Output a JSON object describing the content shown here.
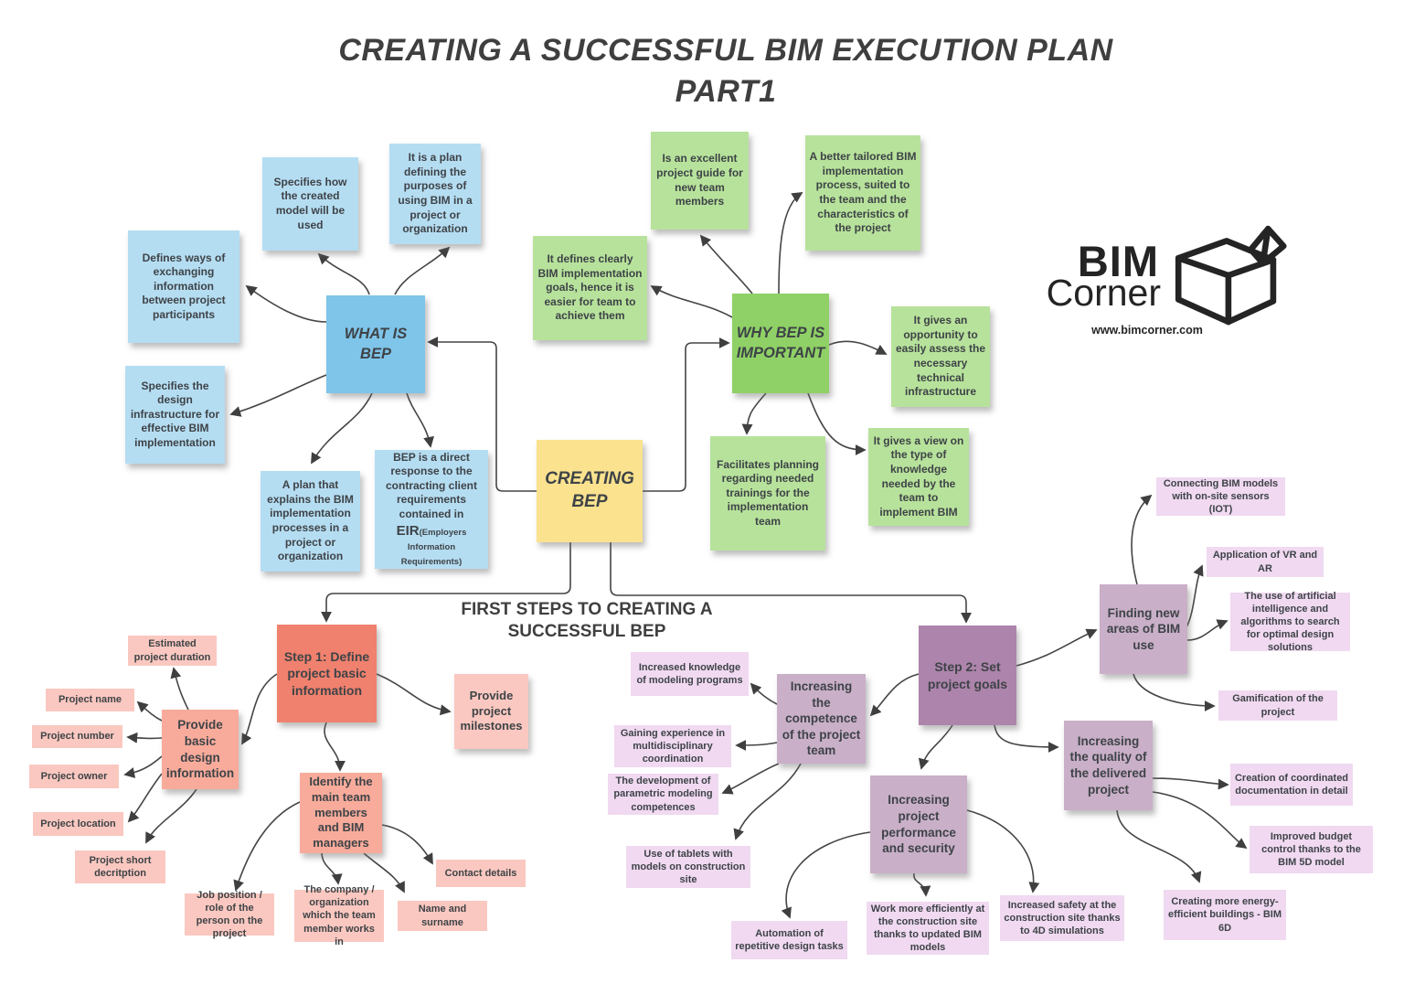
{
  "title": "CREATING A SUCCESSFUL BIM EXECUTION PLAN PART1",
  "heading": "FIRST STEPS TO CREATING A SUCCESSFUL BEP",
  "logo": {
    "bim": "BIM",
    "corner": "Corner",
    "url": "www.bimcorner.com"
  },
  "colors": {
    "blue_hub": "#7FC4E9",
    "blue_note": "#B5DDF2",
    "green_hub": "#8FD166",
    "green_note": "#B7E29B",
    "yellow_hub": "#FAE28F",
    "salmon_hub": "#F0816E",
    "salmon_mid": "#F8AB9B",
    "pink_note": "#FAC8C0",
    "purple_hub": "#AD84AB",
    "purple_mid": "#C9AFC8",
    "purple_note": "#F0D9F1",
    "arrow": "#454545",
    "text": "#3E4347",
    "title": "#3F3F3F"
  },
  "nodes": {
    "what_is_bep": "WHAT IS BEP",
    "why_bep": "WHY BEP IS IMPORTANT",
    "creating_bep": "CREATING BEP",
    "spec_model_use": "Specifies how the created model will be used",
    "plan_purposes": "It is a plan defining the purposes of using BIM in a project or organization",
    "defines_ways": "Defines ways of exchanging information between project participants",
    "spec_design_infra": "Specifies the design infrastructure for effective BIM implementation",
    "plan_explains": "A plan that explains the BIM implementation processes in a project or organization",
    "bep_response": {
      "text": "BEP is a direct response to the contracting client requirements contained in ",
      "eir": "EIR",
      "suffix": "(Employers Information Requirements)"
    },
    "excellent_guide": "Is an excellent project guide for new team members",
    "better_tailored": "A better tailored BIM implementation process, suited to the team and the characteristics of the project",
    "defines_goals": "It defines clearly BIM implementation goals, hence it is easier for team to achieve them",
    "gives_opportunity": "It gives an opportunity to easily assess the necessary technical infrastructure",
    "facilitates_planning": "Facilitates planning regarding needed trainings for the implementation team",
    "gives_view": "It gives a view on the type of knowledge needed by the team to implement BIM",
    "step1": "Step 1: Define project basic information",
    "provide_milestones": "Provide project milestones",
    "provide_basic": "Provide basic design information",
    "est_duration": "Estimated project duration",
    "proj_name": "Project name",
    "proj_number": "Project number",
    "proj_owner": "Project owner",
    "proj_location": "Project location",
    "proj_short": "Project short decritption",
    "identify_team": "Identify the main team members and BIM managers",
    "job_position": "Job position / role of the person on the project",
    "company_org": "The company / organization which the team member works in",
    "name_surname": "Name and surname",
    "contact_details": "Contact details",
    "step2": "Step 2: Set project goals",
    "inc_competence": "Increasing the competence of the project team",
    "inc_knowledge": "Increased knowledge of modeling programs",
    "gaining_exp": "Gaining experience in multidisciplinary coordination",
    "dev_parametric": "The development of parametric modeling competences",
    "use_tablets": "Use of tablets with models on construction site",
    "inc_performance": "Increasing project performance and security",
    "automation": "Automation of repetitive design tasks",
    "work_efficiently": "Work more efficiently at the construction site thanks to updated BIM models",
    "inc_safety": "Increased safety at the construction site thanks to 4D simulations",
    "finding_areas": "Finding new areas of BIM use",
    "connecting_iot": "Connecting BIM models with on-site sensors (IOT)",
    "vr_ar": "Application of VR and AR",
    "ai_use": "The use of artificial intelligence and algorithms to search for optimal design solutions",
    "gamification": "Gamification of the project",
    "inc_quality": "Increasing the quality of the delivered project",
    "creation_docs": "Creation of coordinated documentation in detail",
    "improved_budget": "Improved budget control thanks to the BIM 5D model",
    "energy_buildings": "Creating more energy-efficient buildings - BIM 6D"
  }
}
